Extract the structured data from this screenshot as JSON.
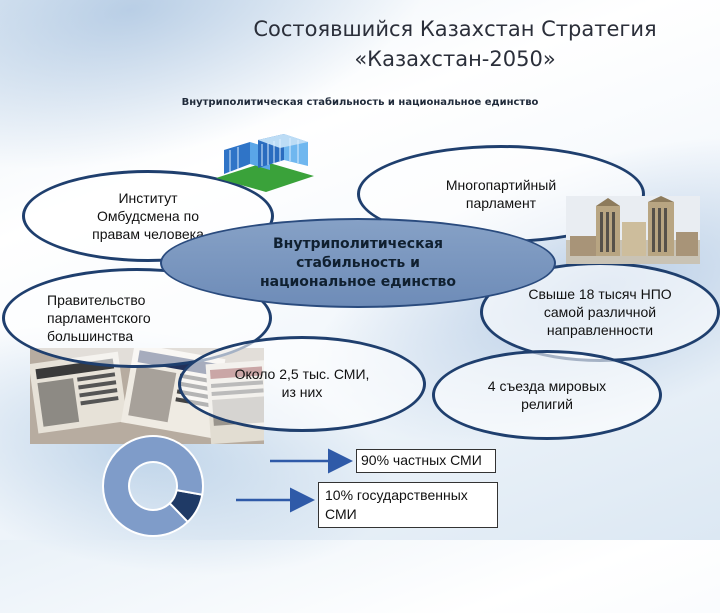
{
  "header": {
    "title": "Состоявшийся Казахстан  Стратегия «Казахстан-2050»",
    "subtitle": "Внутриполитическая стабильность и национальное единство"
  },
  "center": {
    "label": "Внутриполитическая\nстабильность и\nнациональное единство"
  },
  "nodes": {
    "ombudsman": "Институт\nОмбудсмена по\nправам человека",
    "parliament": "Многопартийный\nпарламент",
    "government": "Правительство\nпарламентского\nбольшинства",
    "ngo": "Свыше 18 тысяч НПО\nсамой различной\nнаправленности",
    "media": "Около 2,5 тыс. СМИ,\nиз них",
    "religions": "4 съезда мировых\nрелигий"
  },
  "media_breakdown": {
    "private_label": "90% частных СМИ",
    "state_label": "10% государственных\nСМИ",
    "private_share": 90,
    "state_share": 10,
    "colors": {
      "private": "#7f9cc9",
      "state": "#1f3a66"
    }
  },
  "icons": {
    "ombudsman": "modern-office-building",
    "parliament": "parliament-building",
    "media": "newspapers"
  }
}
